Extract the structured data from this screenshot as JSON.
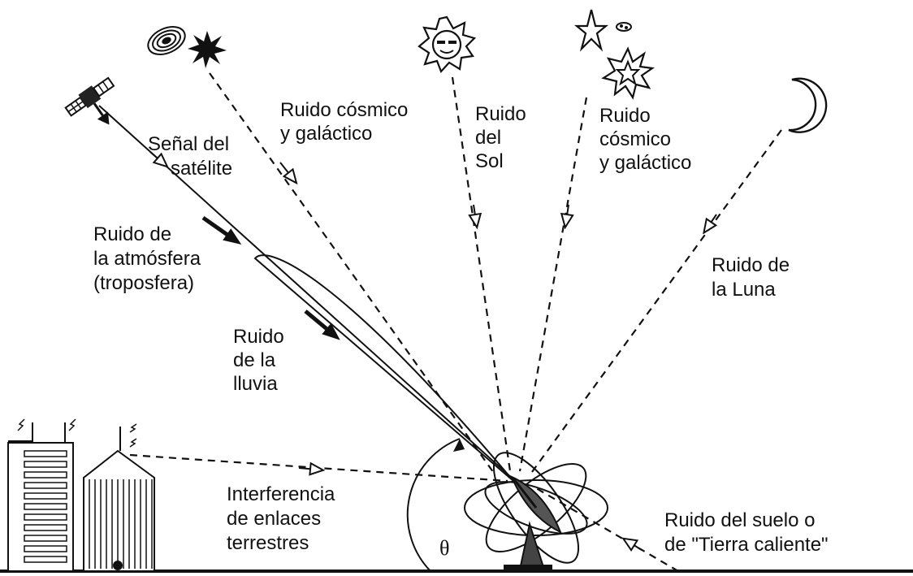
{
  "labels": {
    "satellite_signal": [
      "Señal del",
      "satélite"
    ],
    "cosmic_galactic_left": [
      "Ruido cósmico",
      "y galáctico"
    ],
    "sun_noise": [
      "Ruido",
      "del",
      "Sol"
    ],
    "cosmic_galactic_right": [
      "Ruido",
      "cósmico",
      "y galáctico"
    ],
    "atmosphere_noise": [
      "Ruido de",
      "la atmósfera",
      "(troposfera)"
    ],
    "rain_noise": [
      "Ruido",
      "de la",
      "lluvia"
    ],
    "moon_noise": [
      "Ruido de",
      "la Luna"
    ],
    "terrestrial_interference": [
      "Interferencia",
      "de enlaces",
      "terrestres"
    ],
    "ground_noise": [
      "Ruido del suelo o",
      "de \"Tierra caliente\""
    ],
    "elevation_angle": "θ"
  },
  "icons": {
    "satellite": "satellite-icon",
    "galaxy": "galaxy-icon",
    "star_burst": "star-burst-icon",
    "sun": "sun-icon",
    "star": "star-icon",
    "moon": "crescent-moon-icon",
    "antenna": "dish-antenna-icon",
    "buildings": "building-icon"
  }
}
